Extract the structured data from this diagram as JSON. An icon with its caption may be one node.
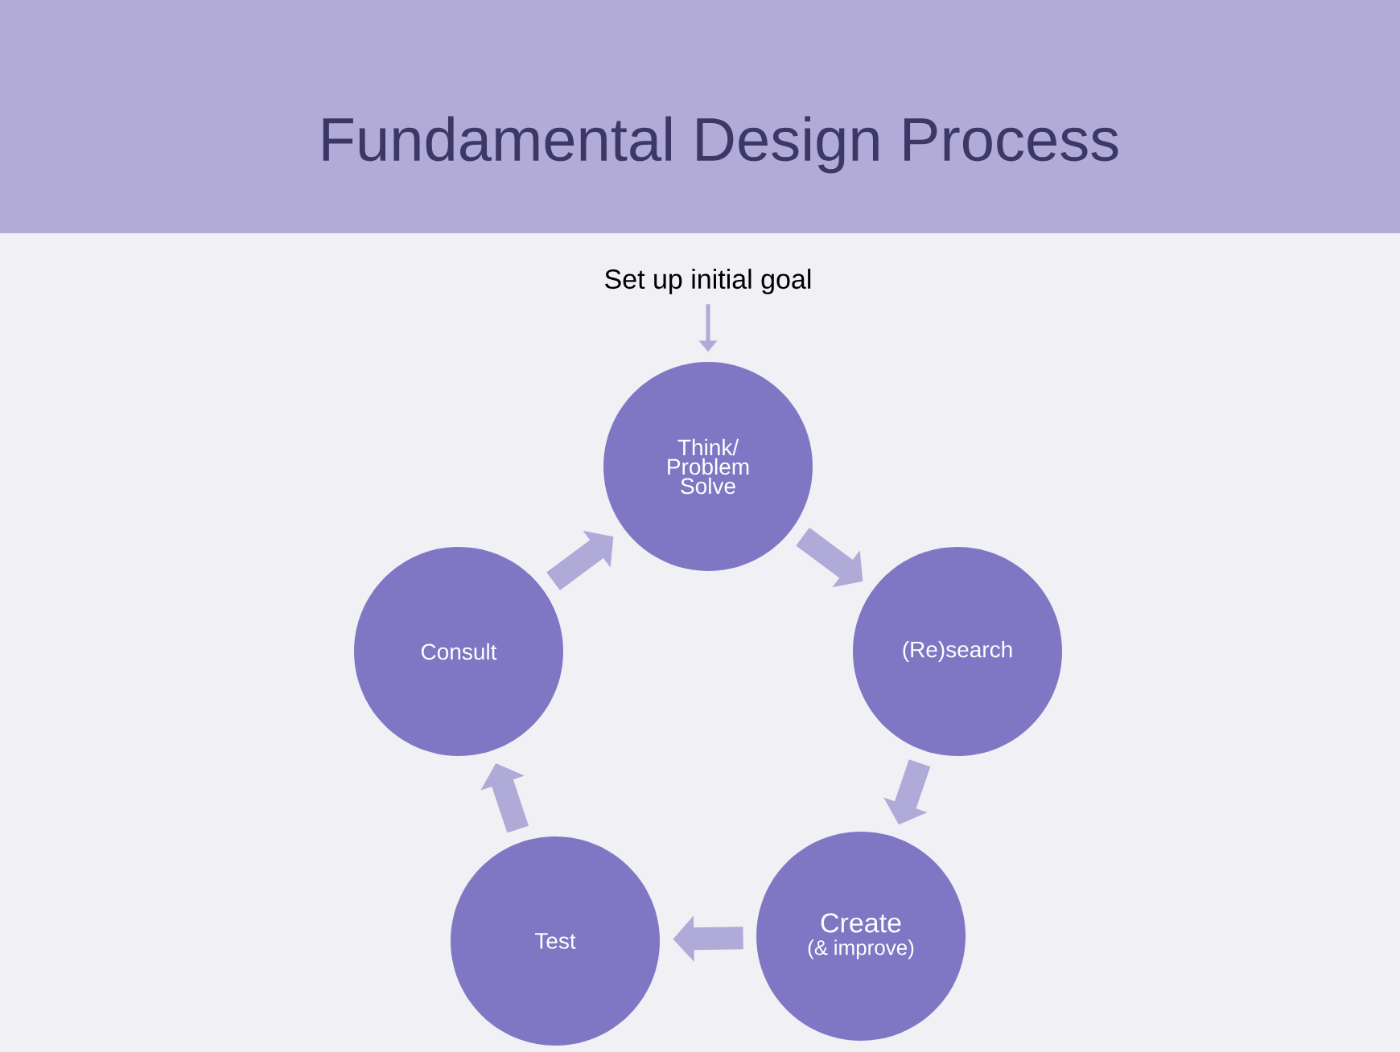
{
  "diagram": {
    "title": "Fundamental Design Process",
    "nodes": [
      {
        "text": [
          "Set up initial goal"
        ]
      },
      {
        "text": [
          "Think/ Problem Solve"
        ]
      },
      {
        "text": [
          "(Re)search"
        ]
      },
      {
        "text": [
          "Create",
          "(& improve)"
        ]
      },
      {
        "text": [
          "Test"
        ]
      },
      {
        "text": [
          "Consult"
        ]
      }
    ],
    "edges": [
      {
        "from": 0,
        "to": 1,
        "arrow": "to"
      },
      {
        "from": 1,
        "to": 2,
        "arrow": "to"
      },
      {
        "from": 2,
        "to": 3,
        "arrow": "to"
      },
      {
        "from": 3,
        "to": 4,
        "arrow": "to"
      },
      {
        "from": 4,
        "to": 5,
        "arrow": "to"
      },
      {
        "from": 5,
        "to": 1,
        "arrow": "to"
      }
    ]
  }
}
